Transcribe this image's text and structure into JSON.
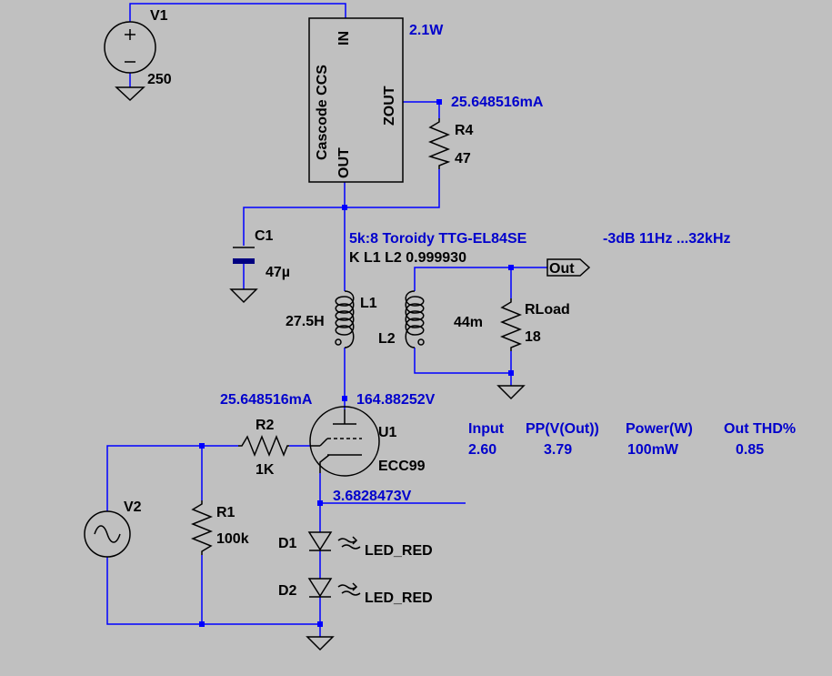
{
  "sources": {
    "v1": {
      "name": "V1",
      "value": "250"
    },
    "v2": {
      "name": "V2"
    }
  },
  "ccs": {
    "label": "Cascode CCS",
    "pin_in": "IN",
    "pin_out": "OUT",
    "pin_zout": "ZOUT",
    "power": "2.1W"
  },
  "components": {
    "r4": {
      "name": "R4",
      "value": "47"
    },
    "c1": {
      "name": "C1",
      "value": "47µ"
    },
    "l1": {
      "name": "L1",
      "value": "27.5H"
    },
    "l2": {
      "name": "L2",
      "value": "44m"
    },
    "rload": {
      "name": "RLoad",
      "value": "18"
    },
    "u1": {
      "name": "U1",
      "value": "ECC99"
    },
    "r2": {
      "name": "R2",
      "value": "1K"
    },
    "r1": {
      "name": "R1",
      "value": "100k"
    },
    "d1": {
      "name": "D1",
      "value": "LED_RED"
    },
    "d2": {
      "name": "D2",
      "value": "LED_RED"
    }
  },
  "net_labels": {
    "zout_current": "25.648516mA",
    "plate_current": "25.648516mA",
    "plate_voltage": "164.88252V",
    "cathode_voltage": "3.6828473V",
    "out_port": "Out"
  },
  "directives": {
    "transformer": "5k:8 Toroidy TTG-EL84SE",
    "bandwidth": "-3dB   11Hz ...32kHz",
    "coupling": "K L1 L2 0.999930"
  },
  "results": {
    "headers": [
      "Input",
      "PP(V(Out))",
      "Power(W)",
      "Out THD%"
    ],
    "values": [
      "2.60",
      "3.79",
      "100mW",
      "0.85"
    ]
  }
}
